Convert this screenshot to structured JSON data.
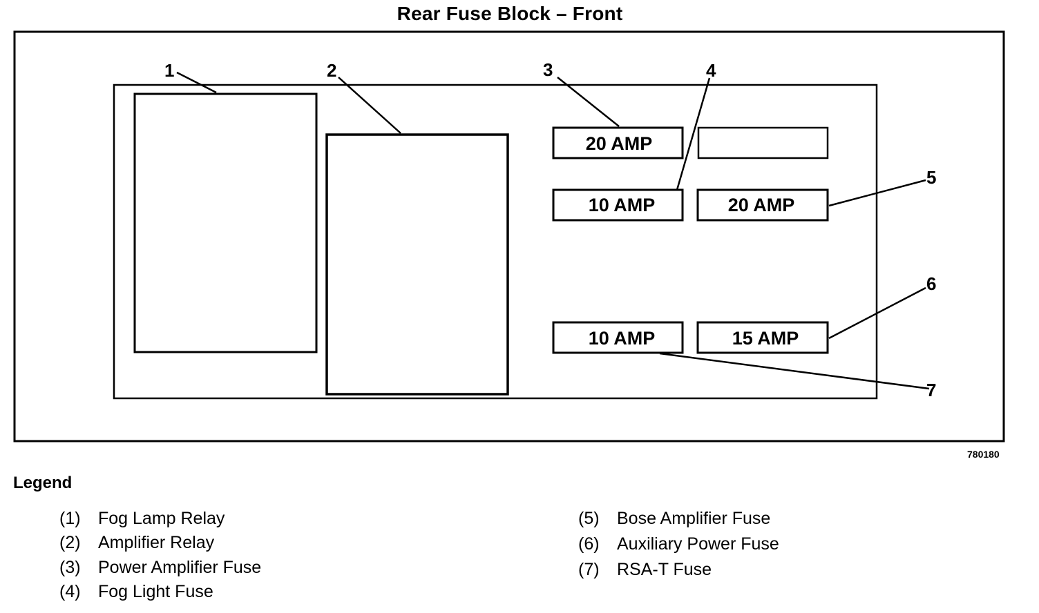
{
  "title": "Rear Fuse Block – Front",
  "figure_id": "780180",
  "callouts": [
    "1",
    "2",
    "3",
    "4",
    "5",
    "6",
    "7"
  ],
  "fuses": {
    "top_left": "20 AMP",
    "mid_left": "10 AMP",
    "mid_right": "20 AMP",
    "bottom_left": "10 AMP",
    "bottom_right": "15 AMP"
  },
  "legend": {
    "heading": "Legend",
    "items": [
      {
        "num": "(1)",
        "label": "Fog Lamp Relay"
      },
      {
        "num": "(2)",
        "label": "Amplifier Relay"
      },
      {
        "num": "(3)",
        "label": "Power Amplifier Fuse"
      },
      {
        "num": "(4)",
        "label": "Fog Light Fuse"
      },
      {
        "num": "(5)",
        "label": "Bose Amplifier Fuse"
      },
      {
        "num": "(6)",
        "label": "Auxiliary Power Fuse"
      },
      {
        "num": "(7)",
        "label": "RSA-T Fuse"
      }
    ]
  }
}
